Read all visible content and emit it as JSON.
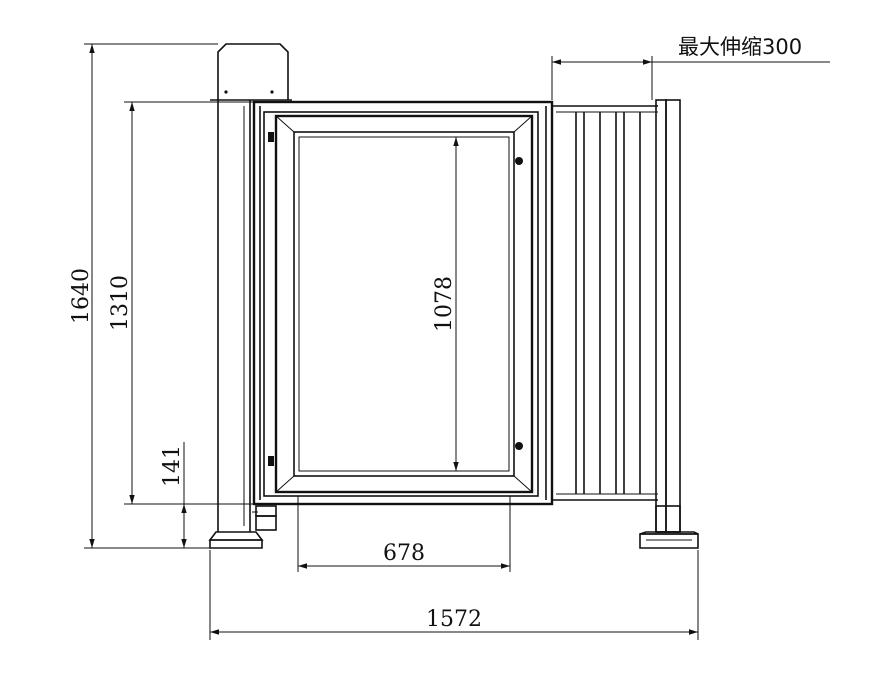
{
  "diagram": {
    "dimensions": {
      "overall_height": "1640",
      "frame_height": "1310",
      "bottom_clearance": "141",
      "panel_inner_height": "1078",
      "panel_inner_width": "678",
      "overall_width": "1572",
      "max_extension": "最大伸缩300"
    },
    "line_color": "#111111",
    "background": "#ffffff"
  }
}
